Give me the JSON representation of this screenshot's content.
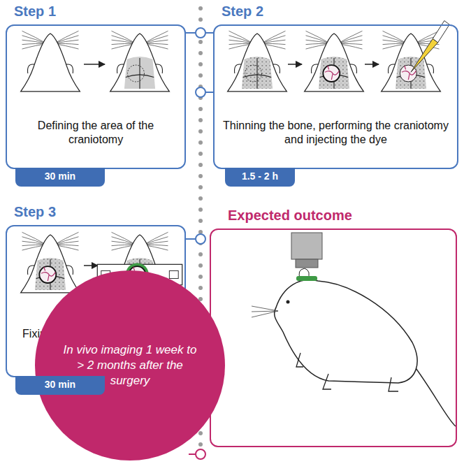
{
  "diagram": {
    "nodes": [
      {
        "text": [
          "Step 1",
          "Defining the area of the craniotomy"
        ]
      },
      {
        "text": [
          "30 min"
        ]
      },
      {
        "text": [
          "Step 2",
          "Thinning the bone, performing the craniotomy and injecting the dye"
        ]
      },
      {
        "text": [
          "1.5 - 2 h"
        ]
      },
      {
        "text": [
          "Step 3",
          "Fixing the cranial window and the headplate"
        ]
      },
      {
        "text": [
          "30 min"
        ]
      },
      {
        "text": [
          "Expected outcome"
        ]
      },
      {
        "text": [
          "In vivo imaging 1 week to > 2 months after the surgery"
        ],
        "in": 6
      }
    ]
  }
}
